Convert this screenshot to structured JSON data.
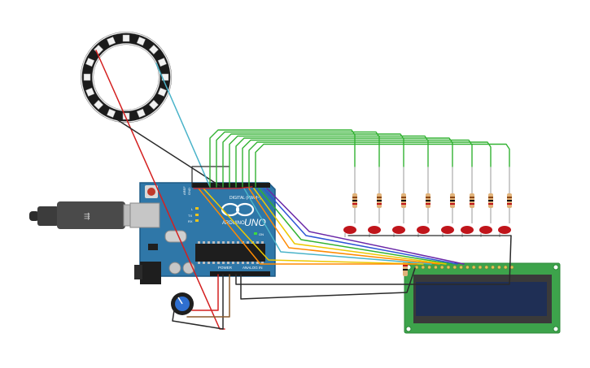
{
  "arduino": {
    "digital_label": "DIGITAL (PWM~)",
    "power_label": "POWER",
    "analog_label": "ANALOG IN",
    "brand_label": "ARDUINO",
    "model_label": "UNO",
    "aref_label": "AREF",
    "gnd_label": "GND",
    "tx_label": "TX",
    "rx_label": "RX",
    "on_label": "ON",
    "l_label": "L"
  },
  "colors": {
    "board": "#2f77a8",
    "board_edge": "#1d5a86",
    "lcd_pcb": "#3da34b",
    "lcd_screen": "#1f2f55",
    "led_red": "#c0151b",
    "wire_green": "#32b232",
    "wire_red": "#d42020",
    "wire_black": "#2a2a2a",
    "wire_cyan": "#4ab3c9",
    "wire_purple": "#6a28a8",
    "wire_blue": "#2d55d6",
    "wire_orange": "#ff8a00",
    "wire_yellow": "#ecc800",
    "wire_brown": "#8b5a2b",
    "neopixel_ring": "#1b1b1b"
  },
  "components": {
    "led_count": 8,
    "neopixel_pixel_count": 16,
    "lcd_pin_count": 16
  }
}
